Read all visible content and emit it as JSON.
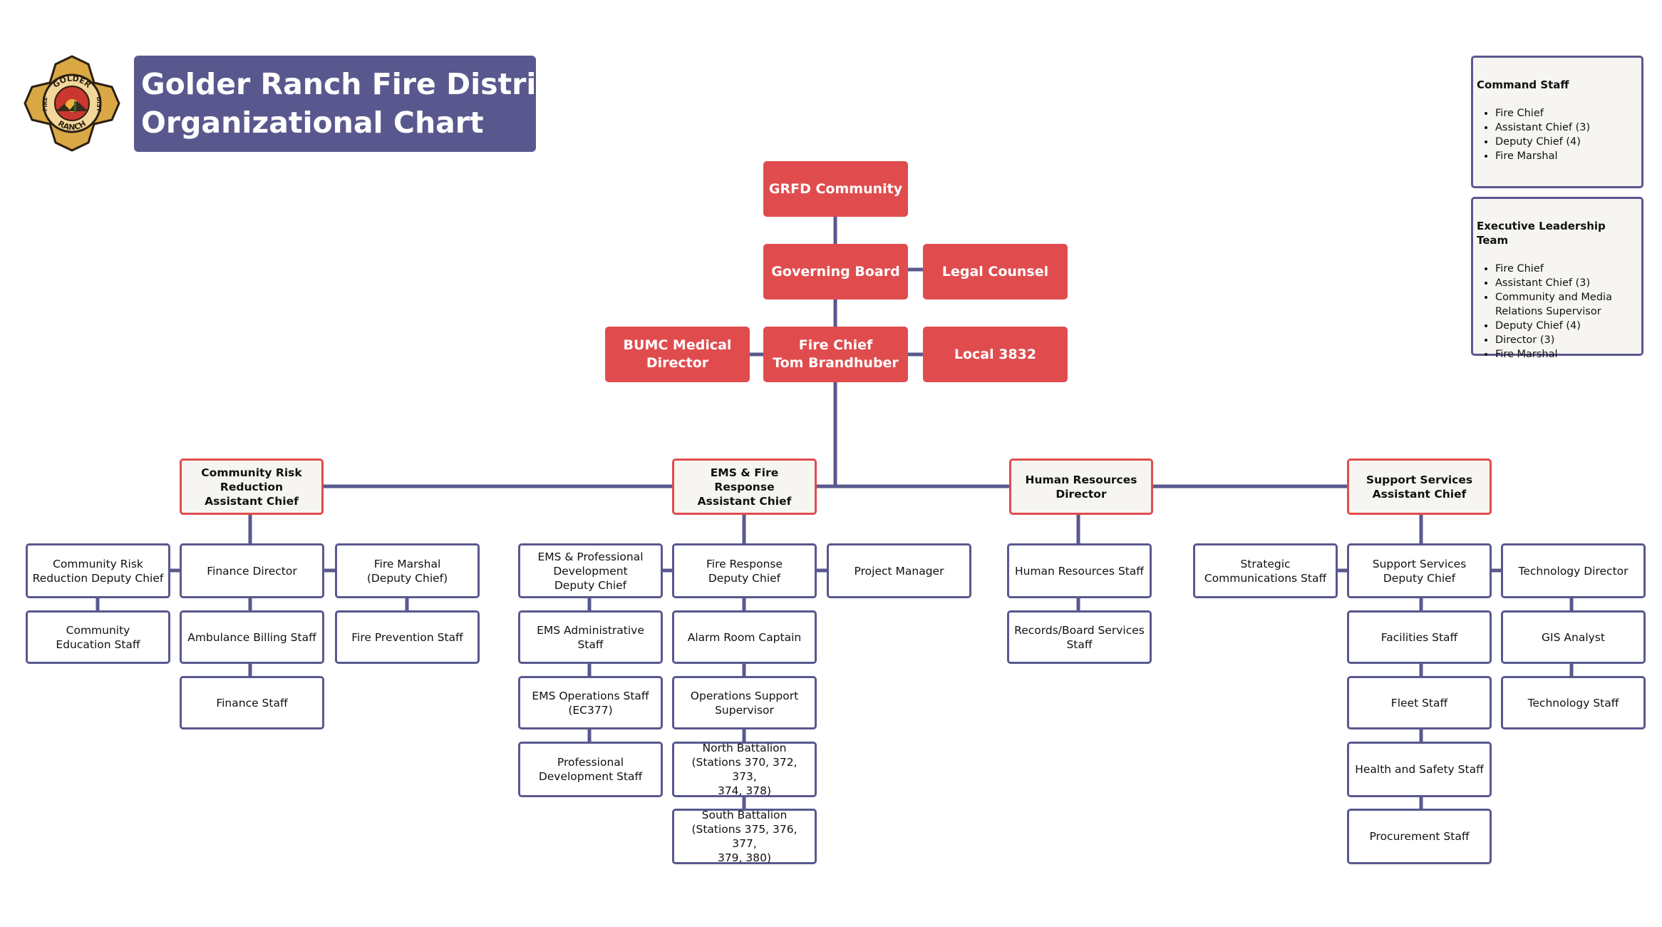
{
  "title": {
    "line1": "Golder Ranch Fire District",
    "line2": "Organizational Chart"
  },
  "logo": {
    "top_text": "GOLDER",
    "bottom_text": "RANCH",
    "left_text": "FIRE",
    "right_text": "DIST"
  },
  "colors": {
    "primary": "#59588e",
    "accent": "#e04c4e",
    "panel": "#f7f5f1"
  },
  "top": {
    "community": "GRFD Community",
    "board": "Governing Board",
    "legal": "Legal Counsel",
    "bumc": "BUMC Medical\nDirector",
    "chief": "Fire Chief\nTom Brandhuber",
    "local": "Local 3832"
  },
  "divisions": {
    "crr": {
      "head": "Community Risk\nReduction\nAssistant Chief",
      "deputy": "Community Risk\nReduction Deputy Chief",
      "education": "Community\nEducation Staff",
      "finance_director": "Finance Director",
      "billing": "Ambulance Billing Staff",
      "finance_staff": "Finance Staff",
      "marshal": "Fire Marshal\n(Deputy Chief)",
      "prevention": "Fire Prevention Staff"
    },
    "ems": {
      "head": "EMS & Fire Response\nAssistant Chief",
      "ems_deputy": "EMS & Professional\nDevelopment\nDeputy Chief",
      "ems_admin": "EMS Administrative\nStaff",
      "ems_ops": "EMS Operations Staff\n(EC377)",
      "prof_dev": "Professional\nDevelopment Staff",
      "fire_deputy": "Fire Response\nDeputy Chief",
      "alarm": "Alarm Room Captain",
      "ops_support": "Operations Support\nSupervisor",
      "north": "North Battalion\n(Stations 370, 372, 373,\n374, 378)",
      "south": "South Battalion\n(Stations 375, 376, 377,\n379, 380)",
      "project": "Project Manager"
    },
    "hr": {
      "head": "Human Resources\nDirector",
      "staff": "Human Resources Staff",
      "records": "Records/Board Services\nStaff"
    },
    "support": {
      "head": "Support Services\nAssistant Chief",
      "comms": "Strategic\nCommunications Staff",
      "deputy": "Support Services\nDeputy Chief",
      "facilities": "Facilities Staff",
      "fleet": "Fleet Staff",
      "health": "Health and Safety Staff",
      "procurement": "Procurement Staff",
      "tech_director": "Technology Director",
      "gis": "GIS Analyst",
      "tech_staff": "Technology Staff"
    }
  },
  "legend": {
    "command": {
      "title": "Command Staff",
      "items": [
        "Fire Chief",
        "Assistant Chief (3)",
        "Deputy Chief (4)",
        "Fire Marshal"
      ]
    },
    "elt": {
      "title": "Executive Leadership Team",
      "items": [
        "Fire Chief",
        "Assistant Chief (3)",
        "Community and Media Relations Supervisor",
        "Deputy Chief (4)",
        "Director (3)",
        "Fire Marshal"
      ]
    }
  }
}
